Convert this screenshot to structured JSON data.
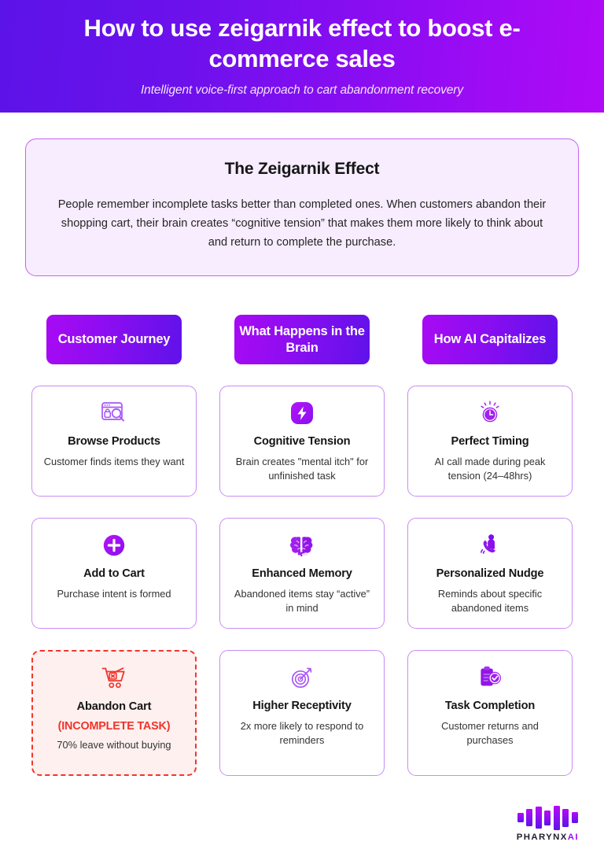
{
  "header": {
    "title": "How to use zeigarnik effect to boost e-commerce sales",
    "subtitle": "Intelligent voice-first approach to cart abandonment recovery",
    "gradient_from": "#5C13E8",
    "gradient_to": "#B00AF7"
  },
  "definition": {
    "title": "The Zeigarnik Effect",
    "body": "People remember incomplete tasks better than completed ones. When customers abandon their shopping cart, their brain creates “cognitive tension” that makes them more likely to think about and return to complete the purchase.",
    "background": "#F7EDFE",
    "border_color": "#C563F0"
  },
  "columns": [
    {
      "label": "Customer Journey"
    },
    {
      "label": "What Happens in the Brain"
    },
    {
      "label": "How AI Capitalizes"
    }
  ],
  "cards": [
    {
      "icon": "browse-products-icon",
      "title": "Browse Products",
      "desc": "Customer finds items they want",
      "flag": "",
      "alert": false
    },
    {
      "icon": "lightning-bolt-icon",
      "title": "Cognitive Tension",
      "desc": "Brain creates \"mental itch\" for unfinished task",
      "flag": "",
      "alert": false
    },
    {
      "icon": "clock-sparkle-icon",
      "title": "Perfect Timing",
      "desc": "AI call made during peak tension (24–48hrs)",
      "flag": "",
      "alert": false
    },
    {
      "icon": "add-to-cart-plus-icon",
      "title": "Add to Cart",
      "desc": "Purchase intent is formed",
      "flag": "",
      "alert": false
    },
    {
      "icon": "brain-icon",
      "title": "Enhanced Memory",
      "desc": "Abandoned items stay “active” in mind",
      "flag": "",
      "alert": false
    },
    {
      "icon": "person-phone-call-icon",
      "title": "Personalized Nudge",
      "desc": "Reminds about specific abandoned items",
      "flag": "",
      "alert": false
    },
    {
      "icon": "abandoned-cart-x-icon",
      "title": "Abandon Cart",
      "flag": "(INCOMPLETE TASK)",
      "desc": "70% leave without buying",
      "alert": true,
      "alert_color": "#F0342A",
      "alert_background": "#FDF0EF"
    },
    {
      "icon": "target-dart-icon",
      "title": "Higher Receptivity",
      "desc": "2x more likely to respond to reminders",
      "flag": "",
      "alert": false
    },
    {
      "icon": "clipboard-check-icon",
      "title": "Task Completion",
      "desc": "Customer returns and purchases",
      "flag": "",
      "alert": false
    }
  ],
  "footer": {
    "logo_name": "PHARYNX",
    "logo_suffix": "AI",
    "logo_accent": "#9F0BF4",
    "bar_heights": [
      12,
      22,
      28,
      19,
      31,
      23,
      14
    ]
  }
}
